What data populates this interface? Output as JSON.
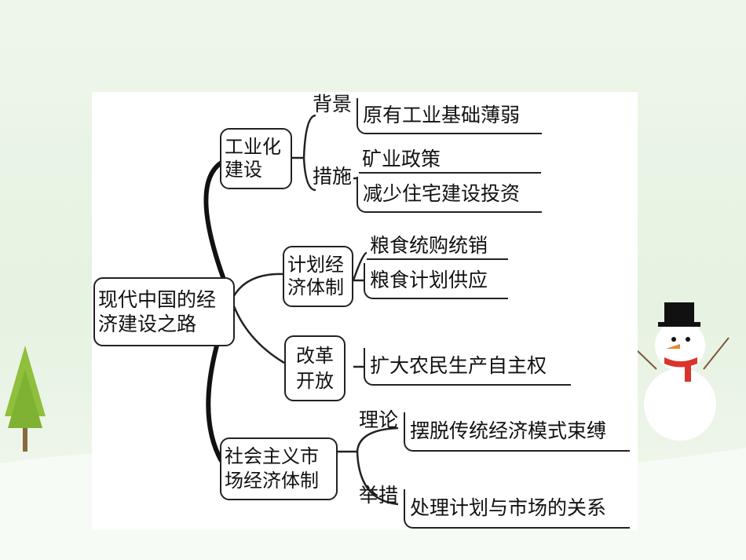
{
  "mindmap": {
    "root": "现代中国的经济建设之路",
    "branches": [
      {
        "label": "工业化建设",
        "sub": [
          {
            "label": "背景",
            "items": [
              "原有工业基础薄弱"
            ]
          },
          {
            "label": "措施",
            "items": [
              "矿业政策",
              "减少住宅建设投资"
            ]
          }
        ]
      },
      {
        "label": "计划经济体制",
        "items": [
          "粮食统购统销",
          "粮食计划供应"
        ]
      },
      {
        "label": "改革开放",
        "items": [
          "扩大农民生产自主权"
        ]
      },
      {
        "label": "社会主义市场经济体制",
        "sub": [
          {
            "label": "理论",
            "items": [
              "摆脱传统经济模式束缚"
            ]
          },
          {
            "label": "举措",
            "items": [
              "处理计划与市场的关系"
            ]
          }
        ]
      }
    ]
  },
  "colors": {
    "line": "#222222",
    "panel": "#ffffff",
    "scarf": "#d9342b",
    "tree": "#8fbf3c"
  }
}
